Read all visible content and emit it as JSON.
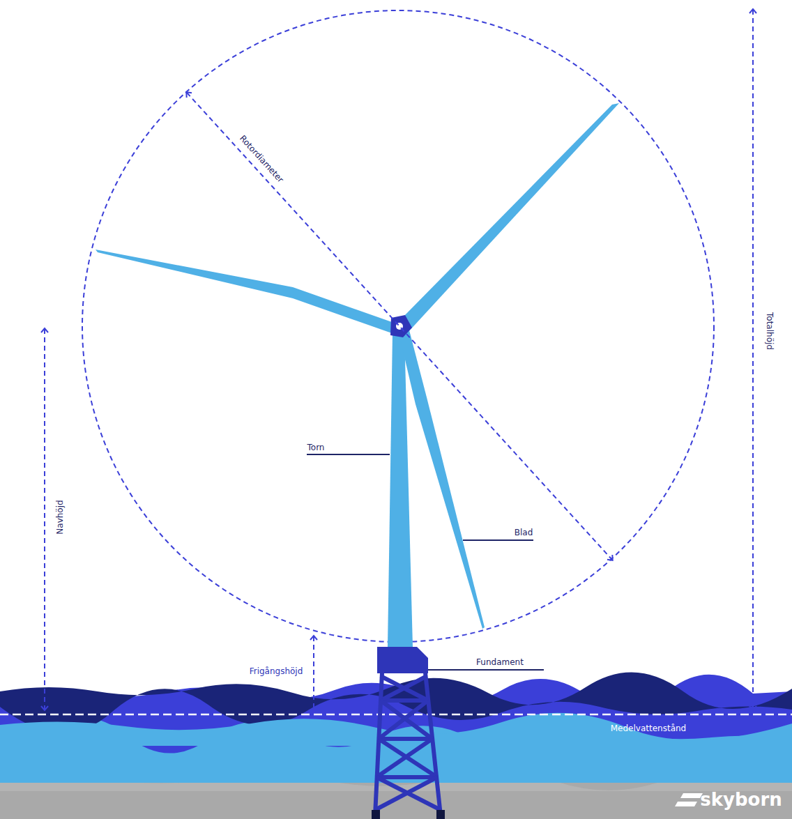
{
  "diagram": {
    "labels": [
      "Rotordiameter",
      "Totalhöjd",
      "Navhöjd",
      "Frigångshöjd",
      "Torn",
      "Blad",
      "Fundament",
      "Medelvattenstånd",
      "skyborn"
    ]
  }
}
